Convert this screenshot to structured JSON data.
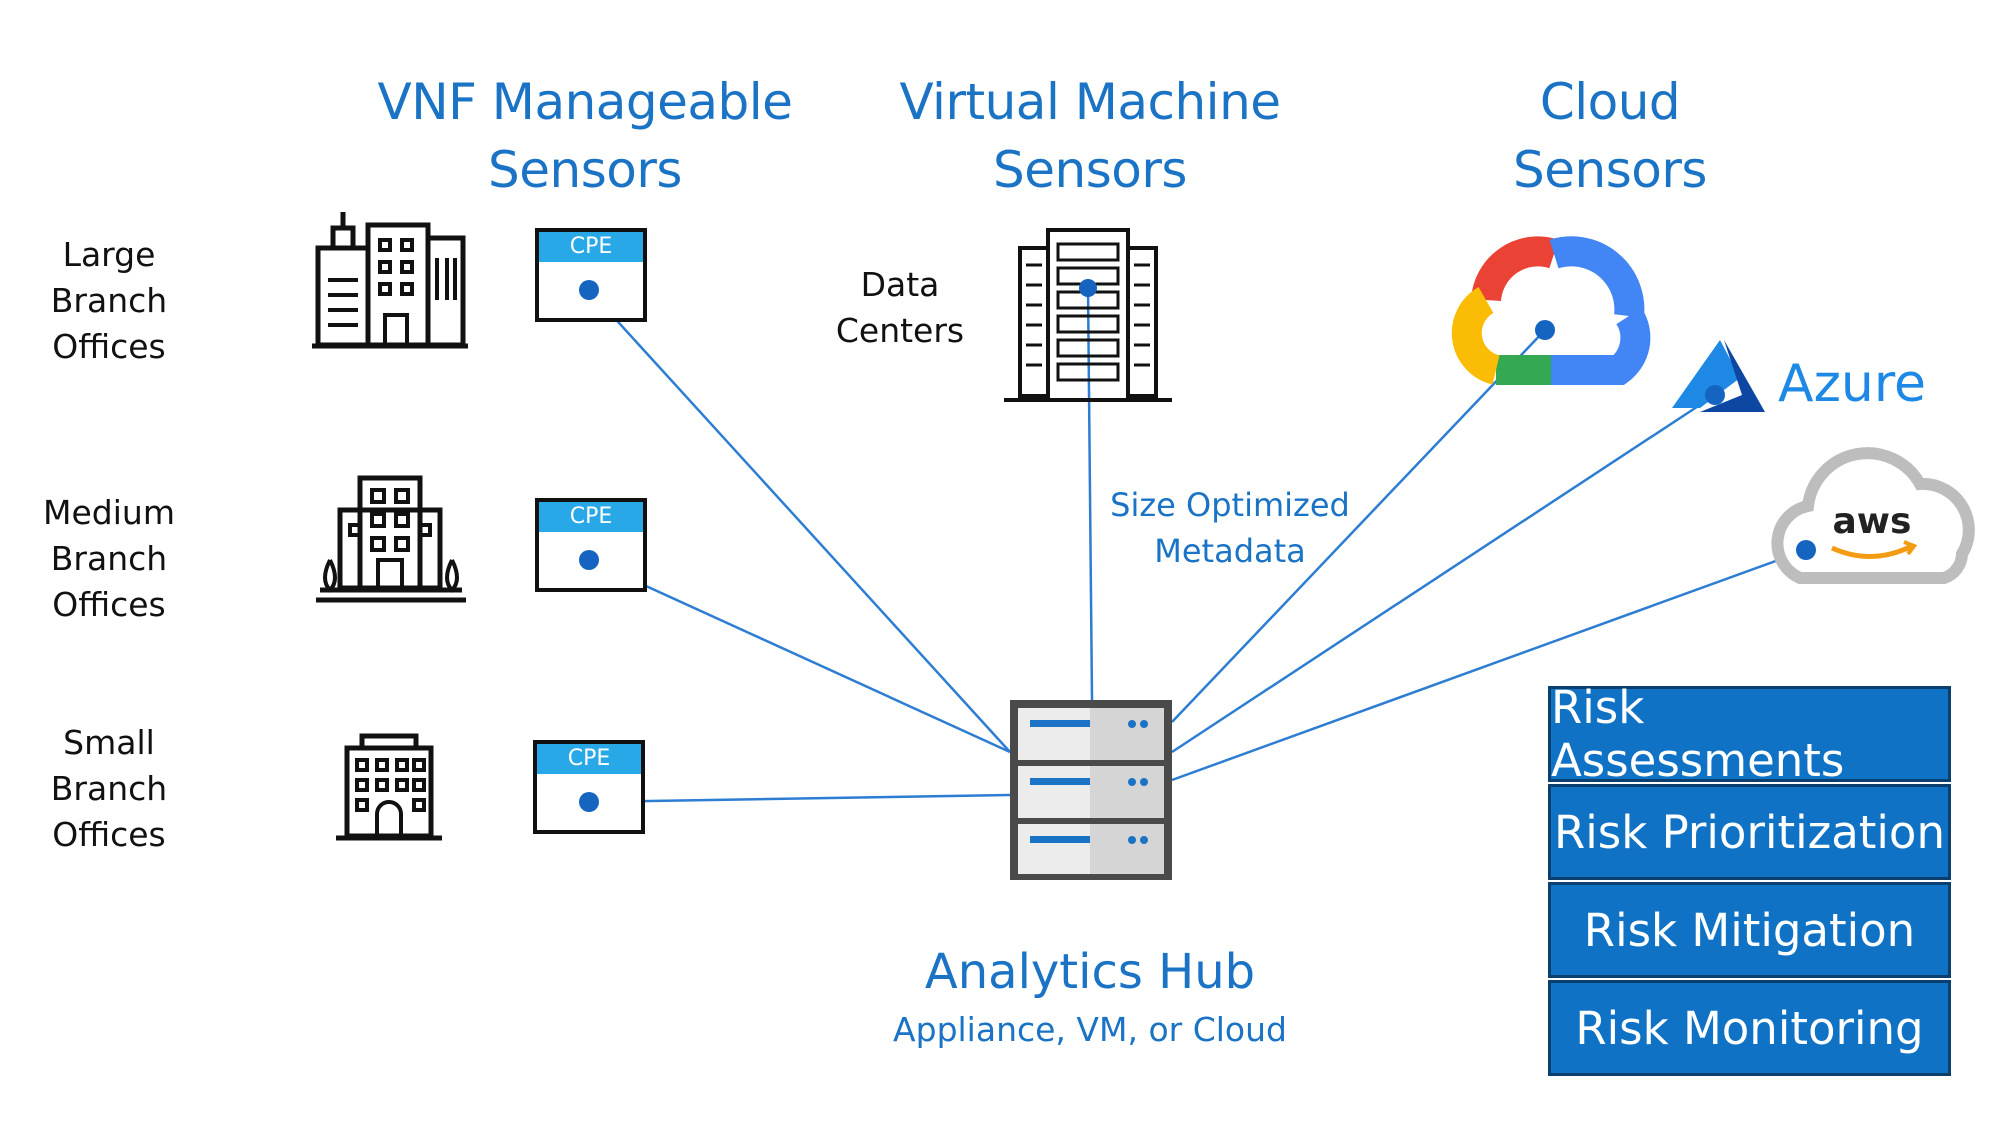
{
  "headers": {
    "vnf": [
      "VNF Manageable",
      "Sensors"
    ],
    "vm": [
      "Virtual Machine",
      "Sensors"
    ],
    "cloud": [
      "Cloud",
      "Sensors"
    ]
  },
  "rows": [
    {
      "label": [
        "Large",
        "Branch",
        "Offices"
      ],
      "cpe": "CPE"
    },
    {
      "label": [
        "Medium",
        "Branch",
        "Offices"
      ],
      "cpe": "CPE"
    },
    {
      "label": [
        "Small",
        "Branch",
        "Offices"
      ],
      "cpe": "CPE"
    }
  ],
  "datacenter": {
    "label": [
      "Data",
      "Centers"
    ]
  },
  "link_label": [
    "Size Optimized",
    "Metadata"
  ],
  "hub": {
    "title": "Analytics Hub",
    "subtitle": "Appliance, VM, or Cloud"
  },
  "cloud_logos": {
    "azure": "Azure",
    "aws": "aws"
  },
  "risk_items": [
    "Risk Assessments",
    "Risk Prioritization",
    "Risk Mitigation",
    "Risk Monitoring"
  ],
  "colors": {
    "accent": "#1a73c4",
    "link": "#2d7dd2",
    "risk_bg": "#0f72c4",
    "cpe_header": "#29a8e8"
  }
}
